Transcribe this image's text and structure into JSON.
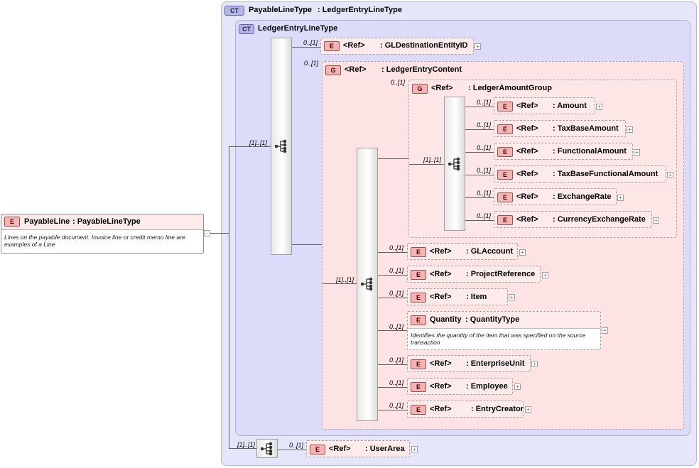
{
  "root": {
    "badge": "E",
    "name": "PayableLine",
    "type": ": PayableLineType",
    "description": "Lines on the payable document.  Invoice line or credit memo line are examples of a Line"
  },
  "outer_ct": {
    "badge": "CT",
    "name": "PayableLineType",
    "type": ": LedgerEntryLineType"
  },
  "inner_ct": {
    "badge": "CT",
    "name": "LedgerEntryLineType"
  },
  "ref_label": "<Ref>",
  "seq_mult": "[1]..[1]",
  "gl_destination": {
    "badge": "E",
    "mult": "0..[1]",
    "name": ": GLDestinationEntityID"
  },
  "ledger_entry_content": {
    "badge": "G",
    "mult": "0..[1]",
    "name": ": LedgerEntryContent"
  },
  "ledger_amount_group": {
    "badge": "G",
    "mult": "0..[1]",
    "name": ": LedgerAmountGroup",
    "items": [
      {
        "badge": "E",
        "mult": "0..[1]",
        "name": ": Amount"
      },
      {
        "badge": "E",
        "mult": "0..[1]",
        "name": ": TaxBaseAmount"
      },
      {
        "badge": "E",
        "mult": "0..[1]",
        "name": ": FunctionalAmount"
      },
      {
        "badge": "E",
        "mult": "0..[1]",
        "name": ": TaxBaseFunctionalAmount"
      },
      {
        "badge": "E",
        "mult": "0..[1]",
        "name": ": ExchangeRate"
      },
      {
        "badge": "E",
        "mult": "0..[1]",
        "name": ": CurrencyExchangeRate"
      }
    ]
  },
  "content_items": {
    "gl_account": {
      "badge": "E",
      "mult": "0..[1]",
      "name": ": GLAccount"
    },
    "project_reference": {
      "badge": "E",
      "mult": "0..[1]",
      "name": ": ProjectReference"
    },
    "item": {
      "badge": "E",
      "mult": "0..[1]",
      "name": ": Item"
    },
    "quantity": {
      "badge": "E",
      "mult": "0..[1]",
      "name": "Quantity",
      "type": ": QuantityType",
      "description": "Identifies the quantity of the item that was specified on the source transaction"
    },
    "enterprise_unit": {
      "badge": "E",
      "mult": "0..[1]",
      "name": ": EnterpriseUnit"
    },
    "employee": {
      "badge": "E",
      "mult": "0..[1]",
      "name": ": Employee"
    },
    "entry_creator": {
      "badge": "E",
      "mult": "0..[1]",
      "name": ": EntryCreator"
    }
  },
  "user_area": {
    "badge": "E",
    "mult": "0..[1]",
    "name": ": UserArea"
  },
  "expand_symbol": "+",
  "collapse_symbol": "-"
}
